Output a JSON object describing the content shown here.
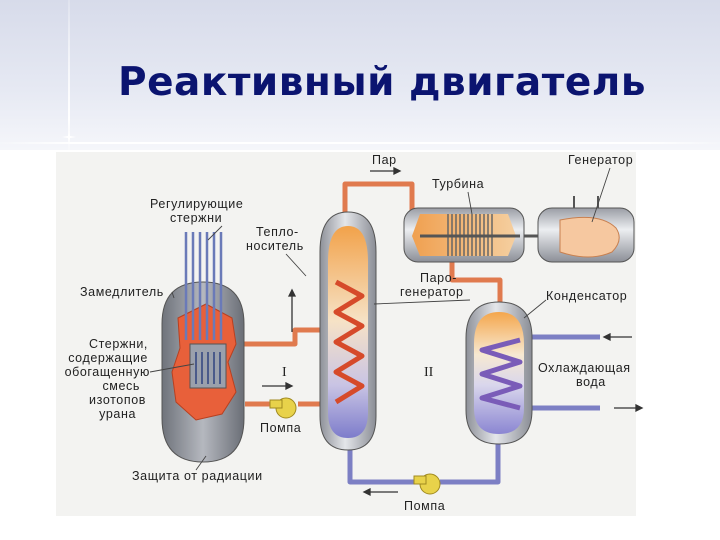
{
  "title": "Реактивный двигатель",
  "labels": {
    "steam": "Пар",
    "generator": "Генератор",
    "turbine": "Турбина",
    "control_rods": [
      "Регулирующие",
      "стержни"
    ],
    "coolant": [
      "Тепло-",
      "носитель"
    ],
    "moderator": "Замедлитель",
    "steam_generator": [
      "Паро-",
      "генератор"
    ],
    "condenser": "Конденсатор",
    "fuel_rods": [
      "Стержни,",
      "содержащие",
      "обогащенную",
      "смесь",
      "изотопов",
      "урана"
    ],
    "circuit_one": "I",
    "circuit_two": "II",
    "cooling_water": [
      "Охлаждающая",
      "вода"
    ],
    "pump_one": "Помпа",
    "radiation_shield": "Защита от радиации",
    "pump_two": "Помпа"
  },
  "colors": {
    "title": "#0b1470",
    "pipe_hot": "#e07a4e",
    "pipe_cold": "#7c7fc4",
    "vessel_gray": "#b9bcc3",
    "reactor_core": "#e8603a",
    "pump": "#e8d24a"
  }
}
